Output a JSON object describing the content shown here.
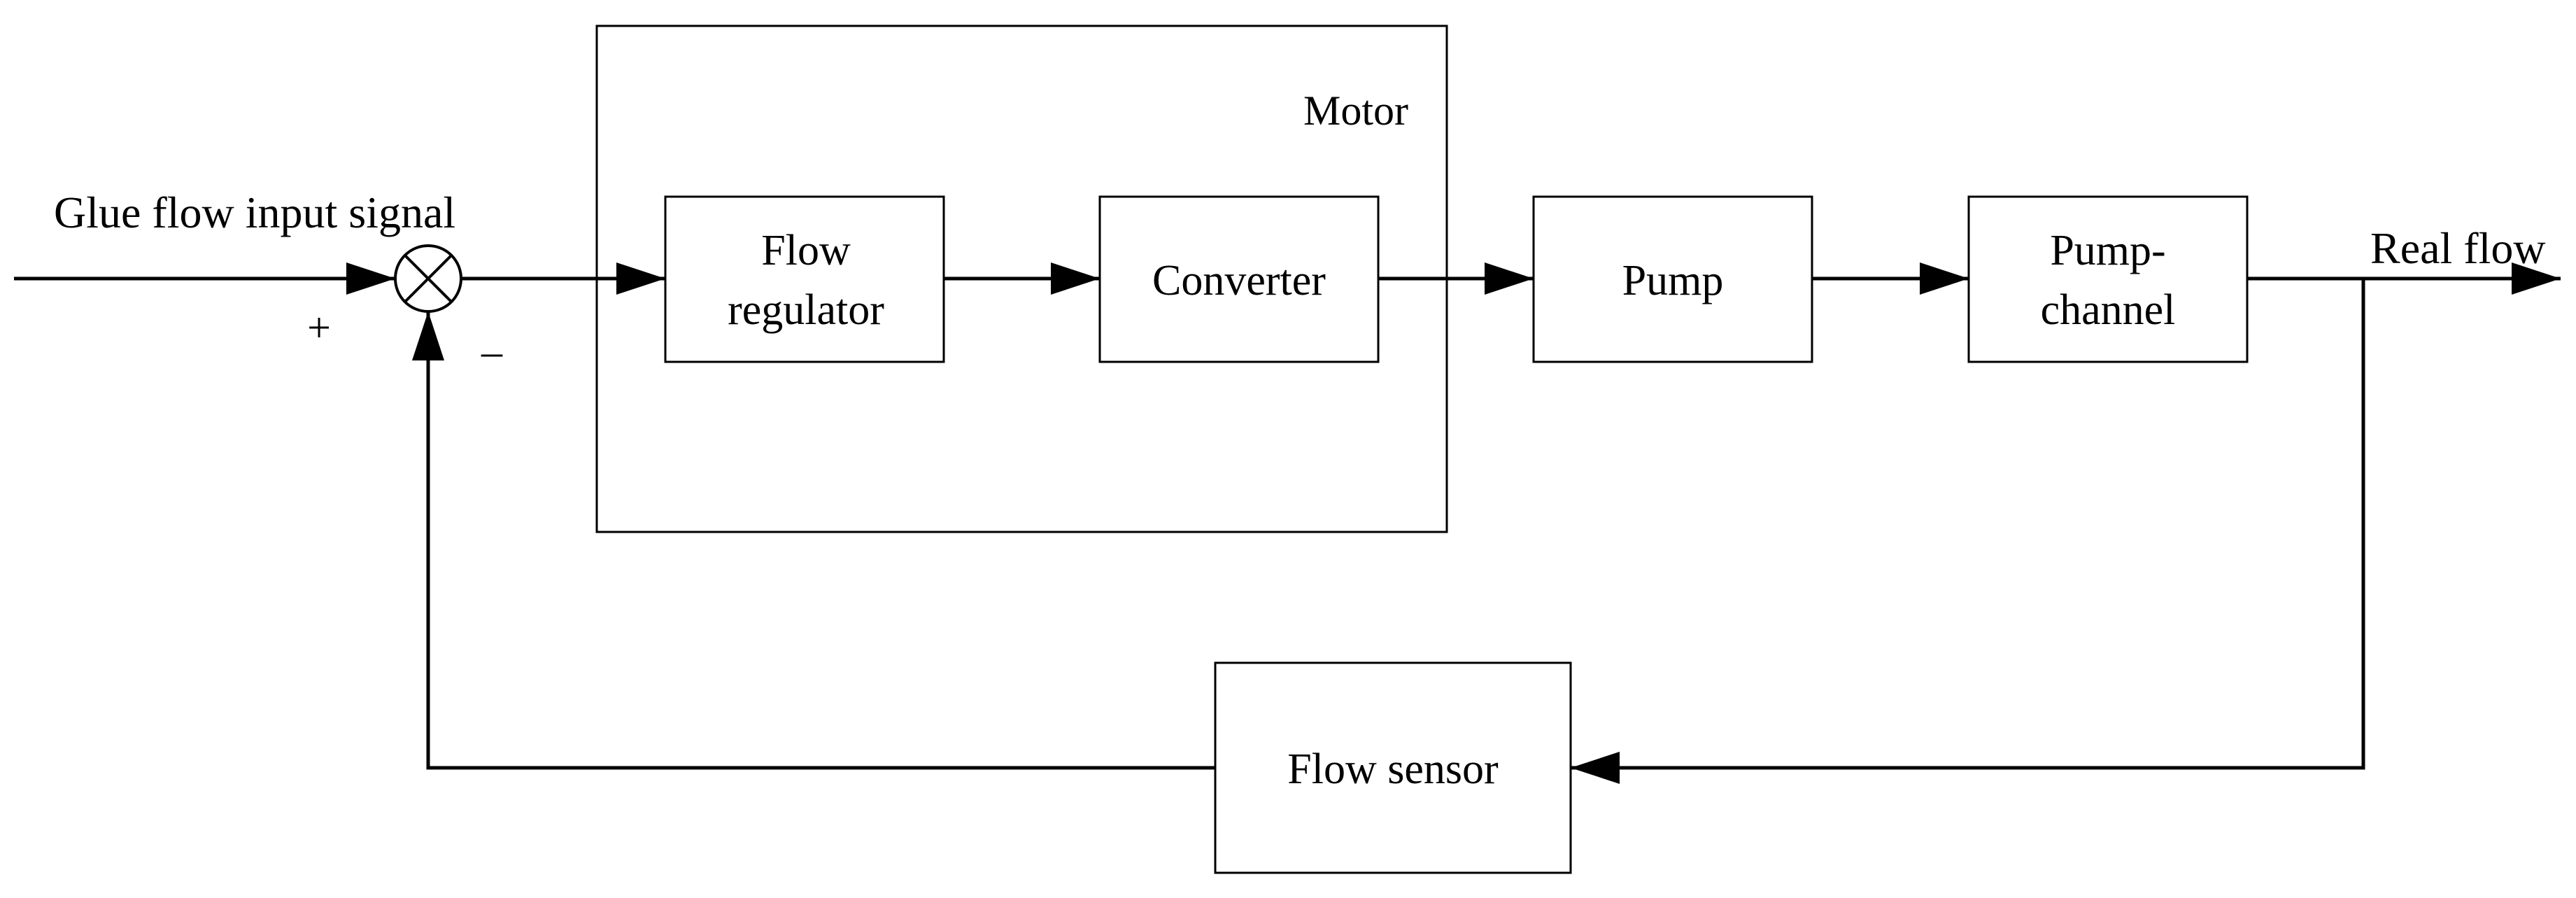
{
  "diagram": {
    "input_label": "Glue flow input signal",
    "output_label": "Real flow",
    "plus_sign": "+",
    "minus_sign": "–",
    "motor": {
      "label": "Motor"
    },
    "blocks": {
      "flow_regulator": {
        "line1": "Flow",
        "line2": "regulator"
      },
      "converter": {
        "label": "Converter"
      },
      "pump": {
        "label": "Pump"
      },
      "pump_channel": {
        "line1": "Pump-",
        "line2": "channel"
      },
      "flow_sensor": {
        "label": "Flow sensor"
      }
    },
    "colors": {
      "stroke": "#000000",
      "background": "#ffffff"
    }
  }
}
